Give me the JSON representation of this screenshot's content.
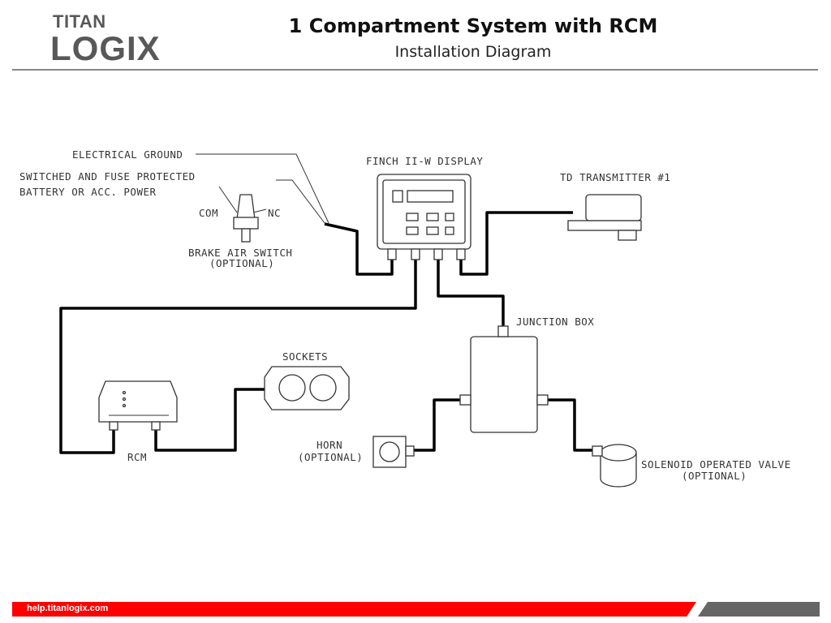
{
  "header": {
    "logo_top": "TITAN",
    "logo_main": "LOGIX",
    "title": "1 Compartment System with RCM",
    "subtitle": "Installation Diagram"
  },
  "diagram": {
    "labels": {
      "electrical_ground": "ELECTRICAL GROUND",
      "power_line1": "SWITCHED AND FUSE PROTECTED",
      "power_line2": "BATTERY OR ACC. POWER",
      "com": "COM",
      "nc": "NC",
      "brake": "BRAKE AIR SWITCH",
      "brake_opt": "(OPTIONAL)",
      "display": "FINCH II-W DISPLAY",
      "transmitter": "TD TRANSMITTER #1",
      "junction": "JUNCTION BOX",
      "sockets": "SOCKETS",
      "rcm": "RCM",
      "horn": "HORN",
      "horn_opt": "(OPTIONAL)",
      "valve": "SOLENOID OPERATED VALVE",
      "valve_opt": "(OPTIONAL)"
    }
  },
  "footer": {
    "url": "help.titanlogix.com",
    "accent": "#ff0000",
    "gray": "#666666"
  }
}
